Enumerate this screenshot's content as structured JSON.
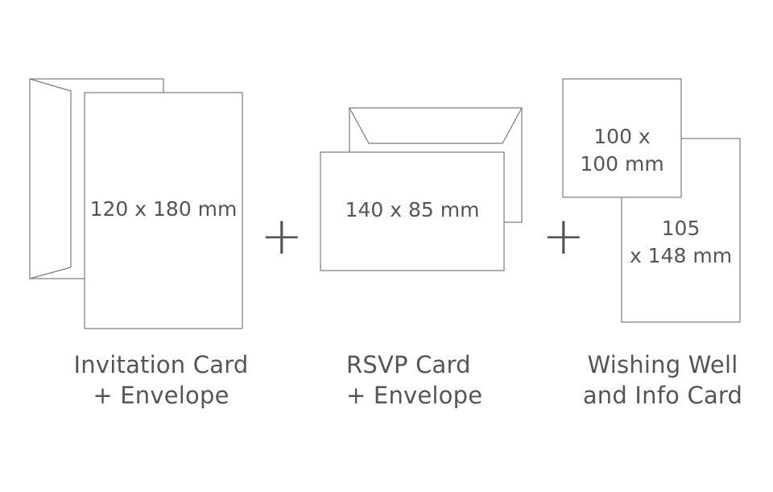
{
  "groups": [
    {
      "dimensions": [
        "120 x 180 mm"
      ],
      "label": [
        "Invitation Card",
        "+ Envelope"
      ]
    },
    {
      "dimensions": [
        "140 x 85 mm"
      ],
      "label": [
        "RSVP Card",
        "+ Envelope"
      ]
    },
    {
      "dimensions_small": [
        "100 x",
        "100 mm"
      ],
      "dimensions_large": [
        "105",
        "x 148 mm"
      ],
      "label": [
        "Wishing Well",
        "and Info Card"
      ]
    }
  ],
  "plus_symbol": "+",
  "colors": {
    "stroke": "#7a7a7a",
    "text": "#555555",
    "background": "#ffffff"
  }
}
